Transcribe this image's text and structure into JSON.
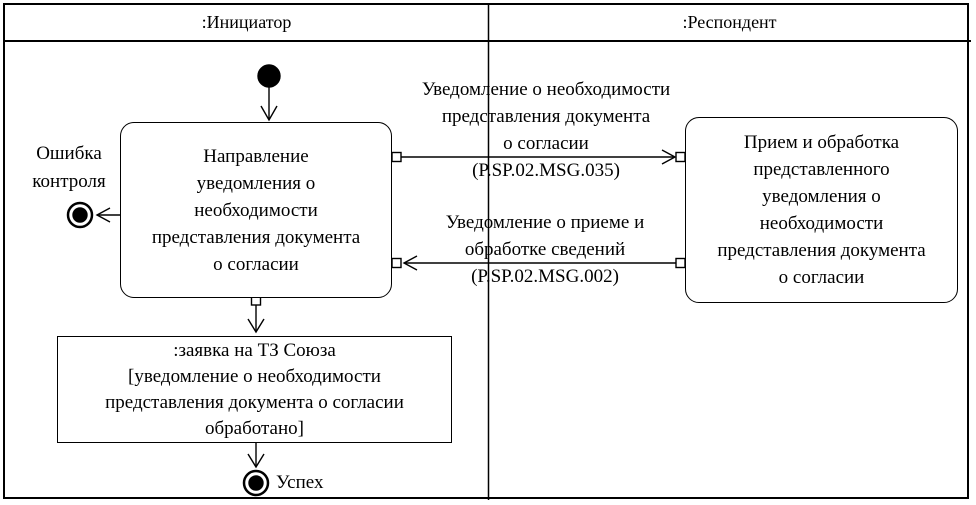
{
  "lanes": {
    "initiator": ":Инициатор",
    "respondent": ":Респондент"
  },
  "nodes": {
    "send_action": "Направление\nуведомления о\nнеобходимости\nпредставления документа\nо согласии",
    "receive_action": "Прием и обработка\nпредставленного\nуведомления о\nнеобходимости\nпредставления документа\nо согласии",
    "object_node": ":заявка на ТЗ Союза\n[уведомление о необходимости\nпредставления документа о согласии\nобработано]",
    "error_final_label": "Ошибка\nконтроля",
    "success_final_label": "Успех"
  },
  "edges": {
    "request_label": "Уведомление о необходимости\nпредставления документа\nо согласии\n(P.SP.02.MSG.035)",
    "response_label": "Уведомление о приеме и\nобработке сведений\n(P.SP.02.MSG.002)"
  },
  "colors": {
    "line": "#000000",
    "background": "#ffffff"
  }
}
